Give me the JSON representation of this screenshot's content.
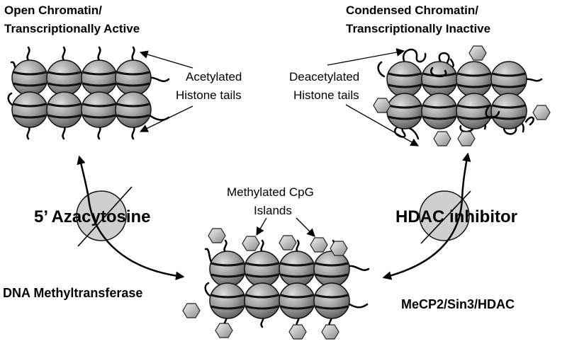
{
  "states": {
    "open": {
      "title_line1": "Open Chromatin/",
      "title_line2": "Transcriptionally Active"
    },
    "condensed": {
      "title_line1": "Condensed Chromatin/",
      "title_line2": "Transcriptionally Inactive"
    }
  },
  "labels": {
    "acetylated_line1": "Acetylated",
    "acetylated_line2": "Histone tails",
    "deacetylated_line1": "Deacetylated",
    "deacetylated_line2": "Histone tails",
    "methylated_line1": "Methylated CpG",
    "methylated_line2": "Islands"
  },
  "drugs": {
    "left": "5’ Azacytosine",
    "right": "HDAC inhibitor"
  },
  "enzymes": {
    "left": "DNA Methyltransferase",
    "right": "MeCP2/Sin3/HDAC"
  }
}
